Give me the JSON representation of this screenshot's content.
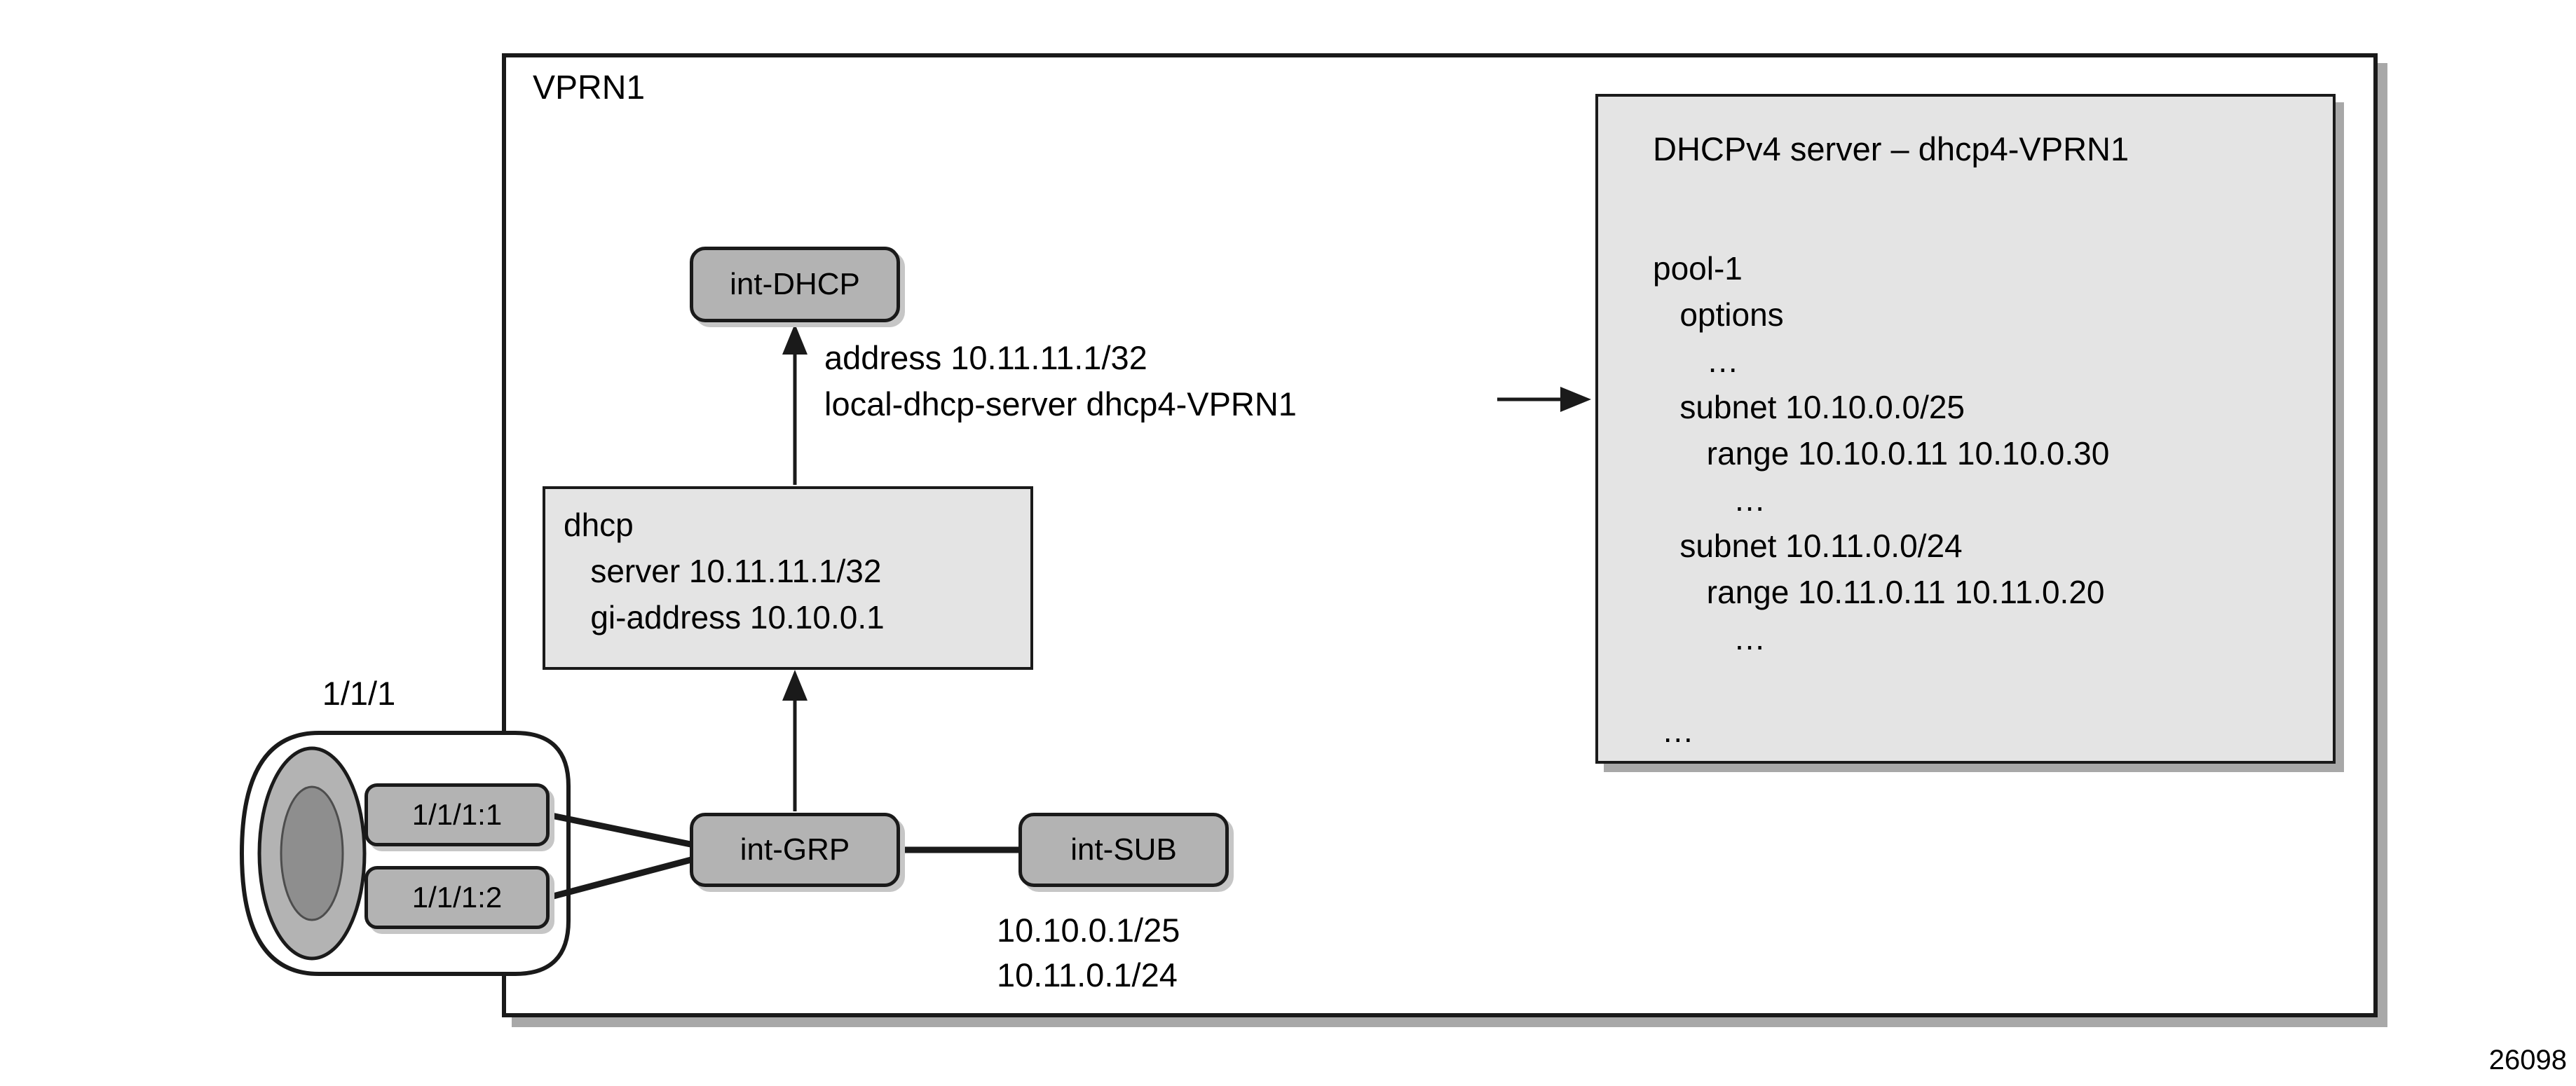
{
  "figure": {
    "number": "26098"
  },
  "vprn": {
    "title": "VPRN1"
  },
  "nodes": {
    "int_dhcp": {
      "label": "int-DHCP"
    },
    "int_grp": {
      "label": "int-GRP"
    },
    "int_sub": {
      "label": "int-SUB"
    },
    "sap1": {
      "label": "1/1/1:1"
    },
    "sap2": {
      "label": "1/1/1:2"
    },
    "port": {
      "label": "1/1/1"
    }
  },
  "int_dhcp_config": {
    "line1": "address 10.11.11.1/32",
    "line2": "local-dhcp-server dhcp4-VPRN1"
  },
  "group_interface_config": {
    "lines": [
      "dhcp",
      "   server 10.11.11.1/32",
      "   gi-address 10.10.0.1"
    ]
  },
  "int_sub_addresses": {
    "line1": "10.10.0.1/25",
    "line2": "10.11.0.1/24"
  },
  "dhcp_server": {
    "title": "DHCPv4 server – dhcp4-VPRN1",
    "lines": [
      "pool-1",
      "   options",
      "      …",
      "   subnet 10.10.0.0/25",
      "      range 10.10.0.11 10.10.0.30",
      "         …",
      "   subnet 10.11.0.0/24",
      "      range 10.11.0.11 10.11.0.20",
      "         …",
      "",
      " …"
    ]
  },
  "colors": {
    "node_fill": "#b3b3b3",
    "panel_fill": "#e4e4e4",
    "border": "#1a1a1a",
    "shadow": "#a8a8a8",
    "cylinder_cap": "#b3b3b3",
    "cylinder_cap_inner": "#8e8e8e"
  }
}
